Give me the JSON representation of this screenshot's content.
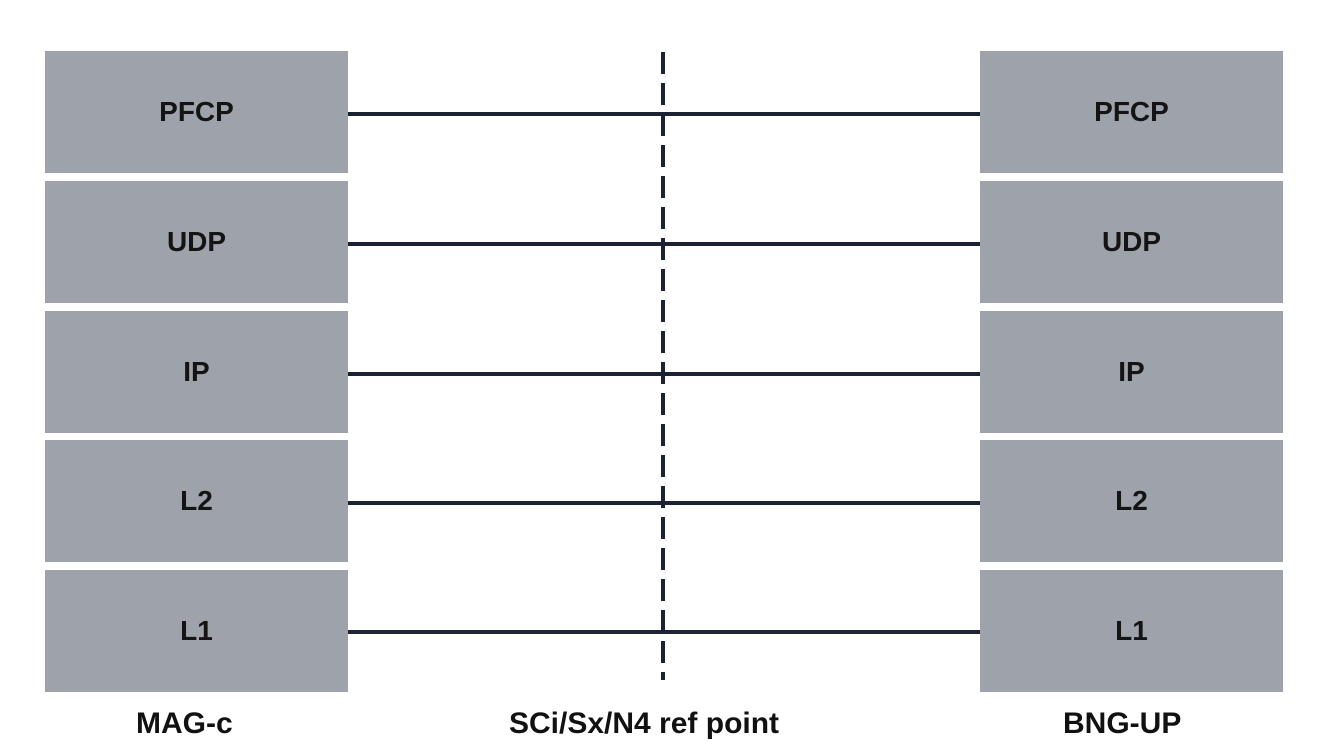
{
  "left_stack": {
    "name": "MAG-c",
    "layers": [
      "PFCP",
      "UDP",
      "IP",
      "L2",
      "L1"
    ]
  },
  "right_stack": {
    "name": "BNG-UP",
    "layers": [
      "PFCP",
      "UDP",
      "IP",
      "L2",
      "L1"
    ]
  },
  "reference_point": {
    "label": "SCi/Sx/N4 ref point"
  },
  "colors": {
    "layer_fill": "#9ea3ab",
    "line": "#1b2233",
    "text": "#141414"
  }
}
